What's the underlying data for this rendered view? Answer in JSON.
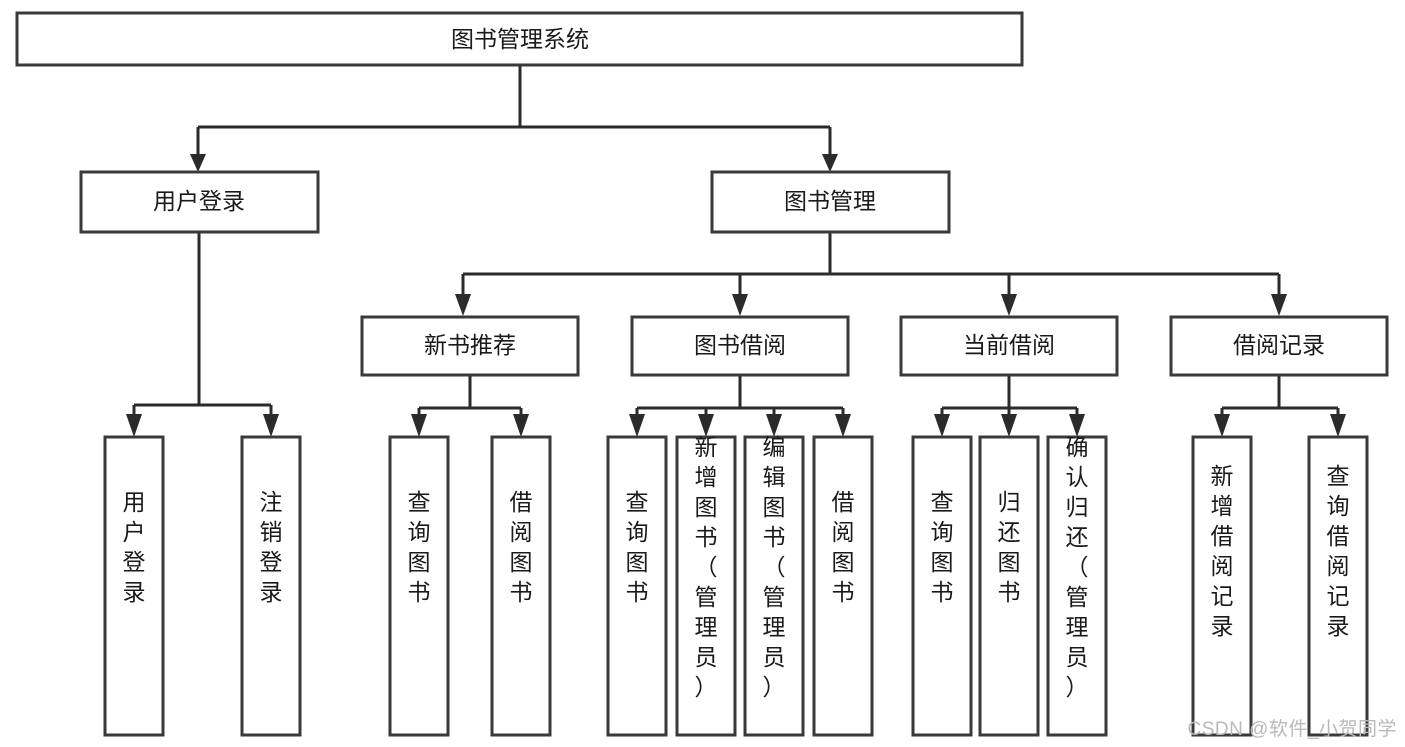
{
  "diagram": {
    "type": "tree-diagram",
    "title": "图书管理系统",
    "watermark": "CSDN @软件_小贺同学",
    "colors": {
      "box_stroke": "#3a3a3a",
      "box_fill": "#ffffff",
      "connector": "#2b2b2b",
      "text": "#1a1a1a",
      "watermark": "#b9b9b9",
      "background": "#ffffff"
    },
    "levels": {
      "root": {
        "label": "图书管理系统"
      },
      "level2": [
        {
          "label": "用户登录"
        },
        {
          "label": "图书管理"
        }
      ],
      "level3": [
        {
          "label": "新书推荐"
        },
        {
          "label": "图书借阅"
        },
        {
          "label": "当前借阅"
        },
        {
          "label": "借阅记录"
        }
      ],
      "leaves": {
        "user_login": [
          {
            "label": "用户登录"
          },
          {
            "label": "注销登录"
          }
        ],
        "new_book_recommend": [
          {
            "label": "查询图书"
          },
          {
            "label": "借阅图书"
          }
        ],
        "book_borrow": [
          {
            "label": "查询图书"
          },
          {
            "label": "新增图书（管理员）"
          },
          {
            "label": "编辑图书（管理员）"
          },
          {
            "label": "借阅图书"
          }
        ],
        "current_borrow": [
          {
            "label": "查询图书"
          },
          {
            "label": "归还图书"
          },
          {
            "label": "确认归还（管理员）"
          }
        ],
        "borrow_records": [
          {
            "label": "新增借阅记录"
          },
          {
            "label": "查询借阅记录"
          }
        ]
      }
    }
  }
}
